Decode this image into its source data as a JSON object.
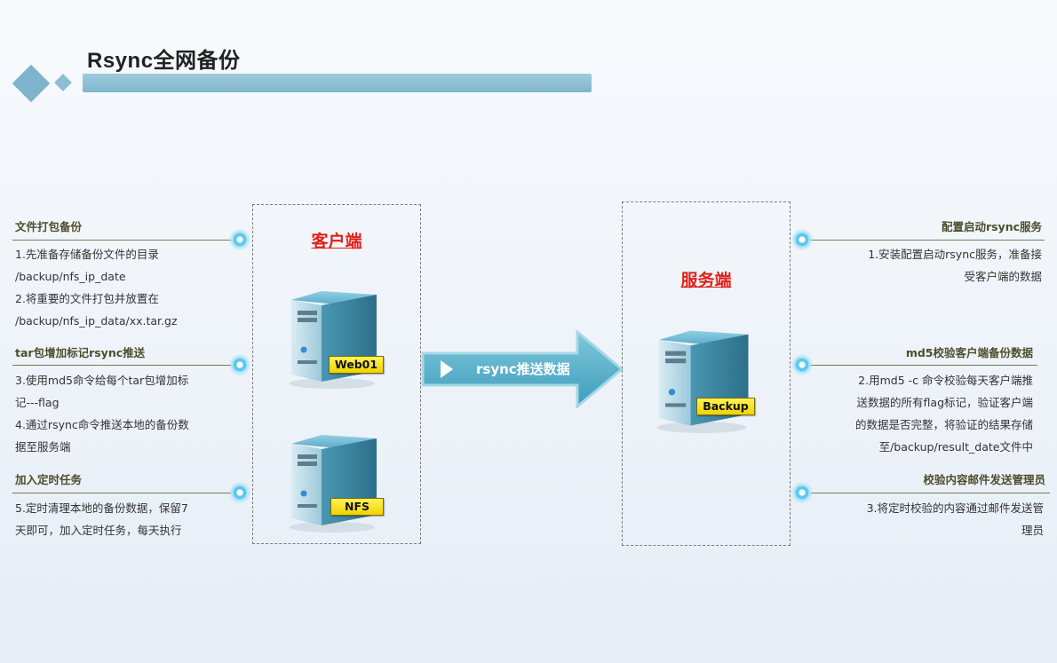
{
  "title": "Rsync全网备份",
  "left_sections": [
    {
      "heading": "文件打包备份",
      "lines": [
        "1.先准备存储备份文件的目录",
        "/backup/nfs_ip_date",
        "2.将重要的文件打包并放置在",
        "/backup/nfs_ip_data/xx.tar.gz"
      ]
    },
    {
      "heading": "tar包增加标记rsync推送",
      "lines": [
        "3.使用md5命令给每个tar包增加标",
        "记---flag",
        "4.通过rsync命令推送本地的备份数",
        "据至服务端"
      ]
    },
    {
      "heading": "加入定时任务",
      "lines": [
        "5.定时清理本地的备份数据，保留7",
        "天即可，加入定时任务，每天执行"
      ]
    }
  ],
  "right_sections": [
    {
      "heading": "配置启动rsync服务",
      "lines": [
        "1.安装配置启动rsync服务，准备接",
        "受客户端的数据"
      ]
    },
    {
      "heading": "md5校验客户端备份数据",
      "lines": [
        "2.用md5 -c 命令校验每天客户端推",
        "送数据的所有flag标记，验证客户端",
        "的数据是否完整，将验证的结果存储",
        "至/backup/result_date文件中"
      ]
    },
    {
      "heading": "校验内容邮件发送管理员",
      "lines": [
        "3.将定时校验的内容通过邮件发送管",
        "理员"
      ]
    }
  ],
  "client": {
    "title": "客户端",
    "servers": [
      "Web01",
      "NFS"
    ]
  },
  "server": {
    "title": "服务端",
    "servers": [
      "Backup"
    ]
  },
  "arrow": {
    "label": "rsync推送数据"
  },
  "colors": {
    "accent": "#7fb6cc",
    "box_title": "#e0201a",
    "label_bg": "#f5db10",
    "arrow": "#5ab3cc"
  }
}
